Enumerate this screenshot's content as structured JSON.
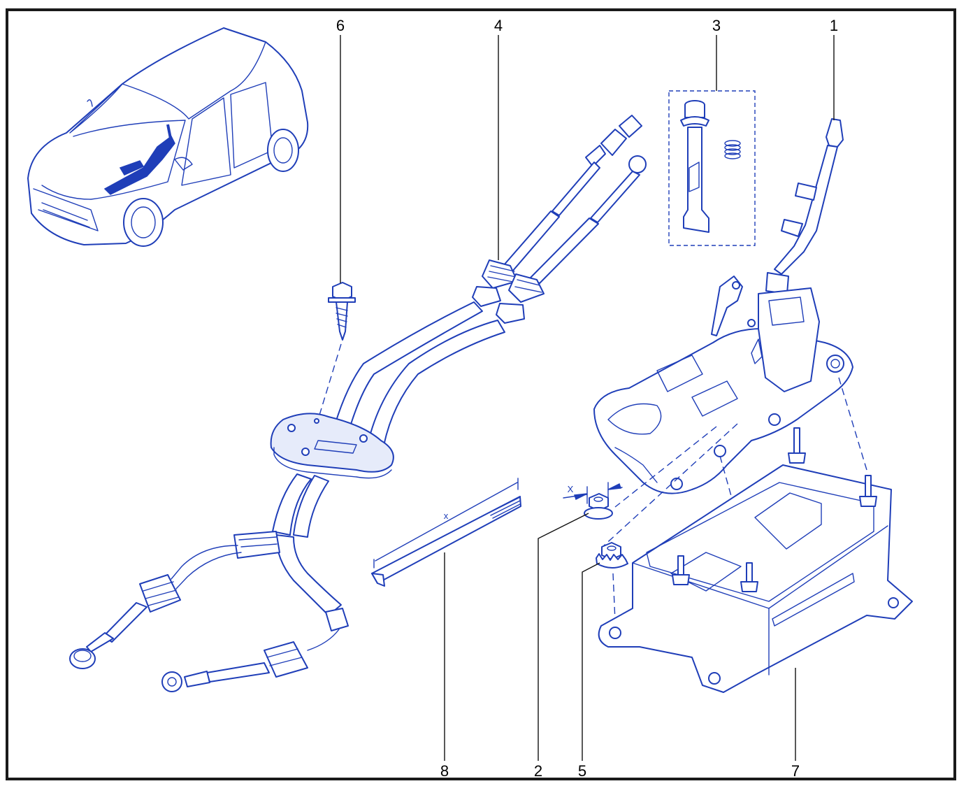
{
  "callouts": {
    "c1": "1",
    "c2": "2",
    "c3": "3",
    "c4": "4",
    "c5": "5",
    "c6": "6",
    "c7": "7",
    "c8": "8"
  },
  "dimension_marks": {
    "nut_x": "X",
    "tie_x": "x"
  },
  "colors": {
    "ink": "#1f3eb8",
    "frame": "#1a1a1a",
    "background": "#ffffff"
  }
}
